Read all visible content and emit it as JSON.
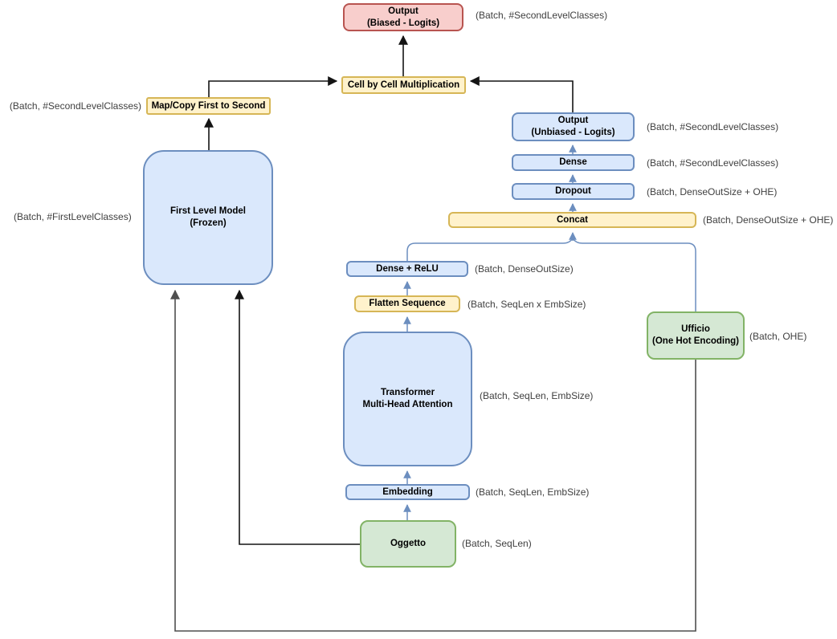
{
  "diagram_type": "model-architecture-flowchart",
  "palette": {
    "blue_fill": "#dae8fc",
    "blue_stroke": "#6c8ebf",
    "red_fill": "#f8cecc",
    "red_stroke": "#b85450",
    "yellow_fill": "#fff2cc",
    "yellow_stroke": "#d6b656",
    "green_fill": "#d5e8d4",
    "green_stroke": "#82b366",
    "arrow_black": "#141414",
    "arrow_blue": "#6c8ebf"
  },
  "nodes": {
    "output_biased": {
      "lines": [
        "Output",
        "(Biased - Logits)"
      ]
    },
    "cell_by_cell": {
      "lines": [
        "Cell by Cell Multiplication"
      ]
    },
    "map_copy": {
      "lines": [
        "Map/Copy First to Second"
      ]
    },
    "first_level": {
      "lines": [
        "First Level Model",
        "(Frozen)"
      ]
    },
    "output_unbiased": {
      "lines": [
        "Output",
        "(Unbiased - Logits)"
      ]
    },
    "dense": {
      "lines": [
        "Dense"
      ]
    },
    "dropout": {
      "lines": [
        "Dropout"
      ]
    },
    "concat": {
      "lines": [
        "Concat"
      ]
    },
    "dense_relu": {
      "lines": [
        "Dense + ReLU"
      ]
    },
    "flatten": {
      "lines": [
        "Flatten Sequence"
      ]
    },
    "transformer": {
      "lines": [
        "Transformer",
        "Multi-Head Attention"
      ]
    },
    "embedding": {
      "lines": [
        "Embedding"
      ]
    },
    "oggetto": {
      "lines": [
        "Oggetto"
      ]
    },
    "ufficio": {
      "lines": [
        "Ufficio",
        "(One Hot Encoding)"
      ]
    }
  },
  "dim_labels": {
    "output_biased": "(Batch, #SecondLevelClasses)",
    "map_copy": "(Batch, #SecondLevelClasses)",
    "first_level": "(Batch, #FirstLevelClasses)",
    "output_unbiased": "(Batch, #SecondLevelClasses)",
    "dense": "(Batch, #SecondLevelClasses)",
    "dropout": "(Batch, DenseOutSize + OHE)",
    "concat": "(Batch, DenseOutSize + OHE)",
    "dense_relu": "(Batch, DenseOutSize)",
    "flatten": "(Batch, SeqLen x EmbSize)",
    "transformer": "(Batch, SeqLen, EmbSize)",
    "embedding": "(Batch, SeqLen, EmbSize)",
    "oggetto": "(Batch, SeqLen)",
    "ufficio": "(Batch, OHE)"
  }
}
